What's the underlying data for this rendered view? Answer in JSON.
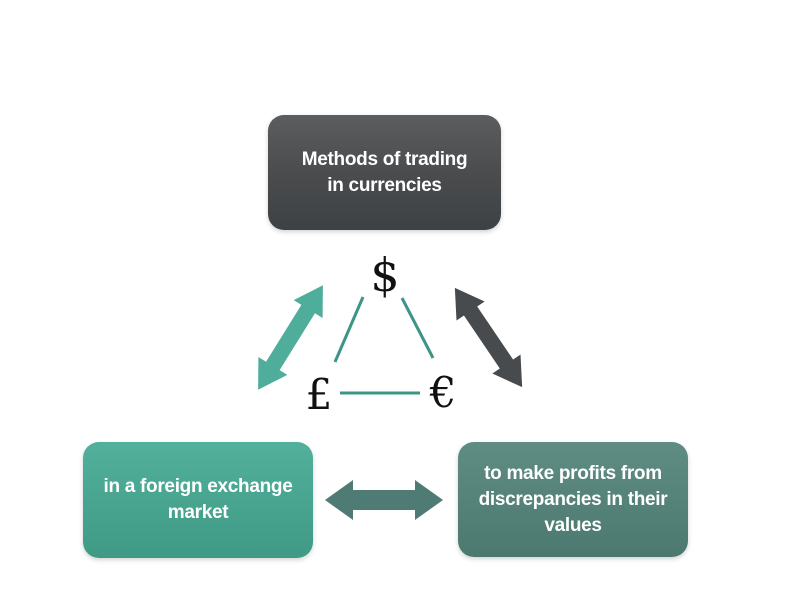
{
  "page": {
    "background_color": "#ffffff"
  },
  "diagram": {
    "title_box": {
      "lines": [
        "Methods of trading",
        "in currencies"
      ],
      "text_color": "#ffffff",
      "gradient_top": "#5b5d5f",
      "gradient_bottom": "#3e4143"
    },
    "left_box": {
      "lines": [
        "in a foreign exchange",
        "market"
      ],
      "text_color": "#ffffff",
      "gradient_top": "#52b09b",
      "gradient_bottom": "#3f9a85"
    },
    "right_box": {
      "lines": [
        "to make profits from",
        "discrepancies in their",
        "values"
      ],
      "text_color": "#ffffff",
      "gradient_top": "#5f8c83",
      "gradient_bottom": "#4c796f"
    },
    "currency_symbols": {
      "dollar": "$",
      "pound": "£",
      "euro": "€"
    },
    "colors": {
      "left_arrow": "#4fae9b",
      "right_arrow": "#484b4d",
      "middle_arrow": "#4e7c74",
      "triangle_lines": "#3e9486",
      "symbol_color": "#111111"
    }
  }
}
